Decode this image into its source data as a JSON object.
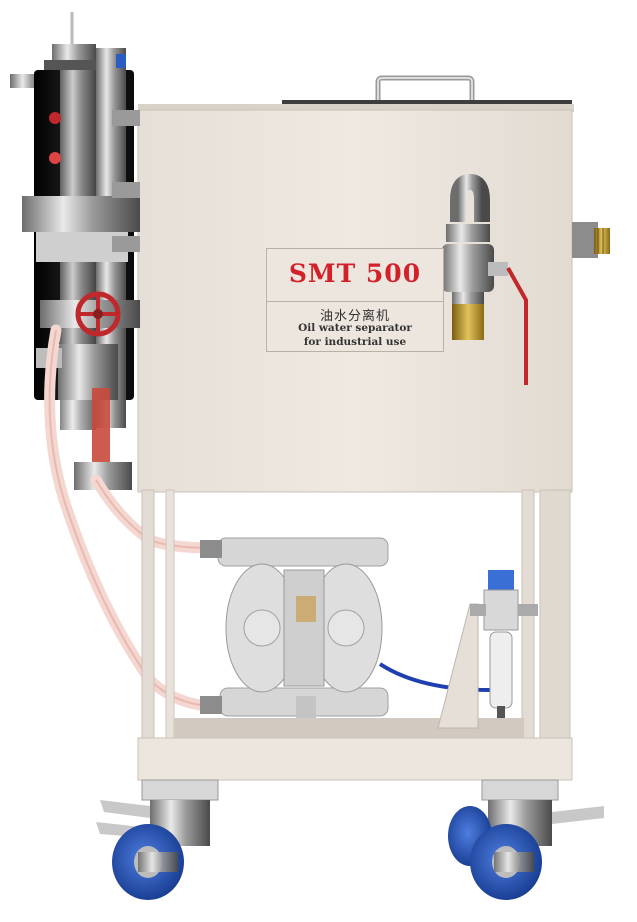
{
  "product_label": {
    "model": "SMT 500",
    "name_cn": "油水分离机",
    "name_en_line1": "Oil water separator",
    "name_en_line2": "for industrial use"
  },
  "colors": {
    "cabinet": "#ece6df",
    "frame": "#e3dcd4",
    "label_text": "#d3212a",
    "filter_body": "#1a1a1a",
    "caster_wheel": "#1e4fb8",
    "valve_handle": "#c0282b",
    "hose": "#f4d7d0",
    "brass": "#b8942e",
    "air_line": "#1f3fb0"
  },
  "icons": [
    "handle-icon",
    "ball-valve-icon",
    "gate-valve-icon",
    "diaphragm-pump-icon",
    "air-regulator-icon",
    "caster-wheel-icon"
  ]
}
